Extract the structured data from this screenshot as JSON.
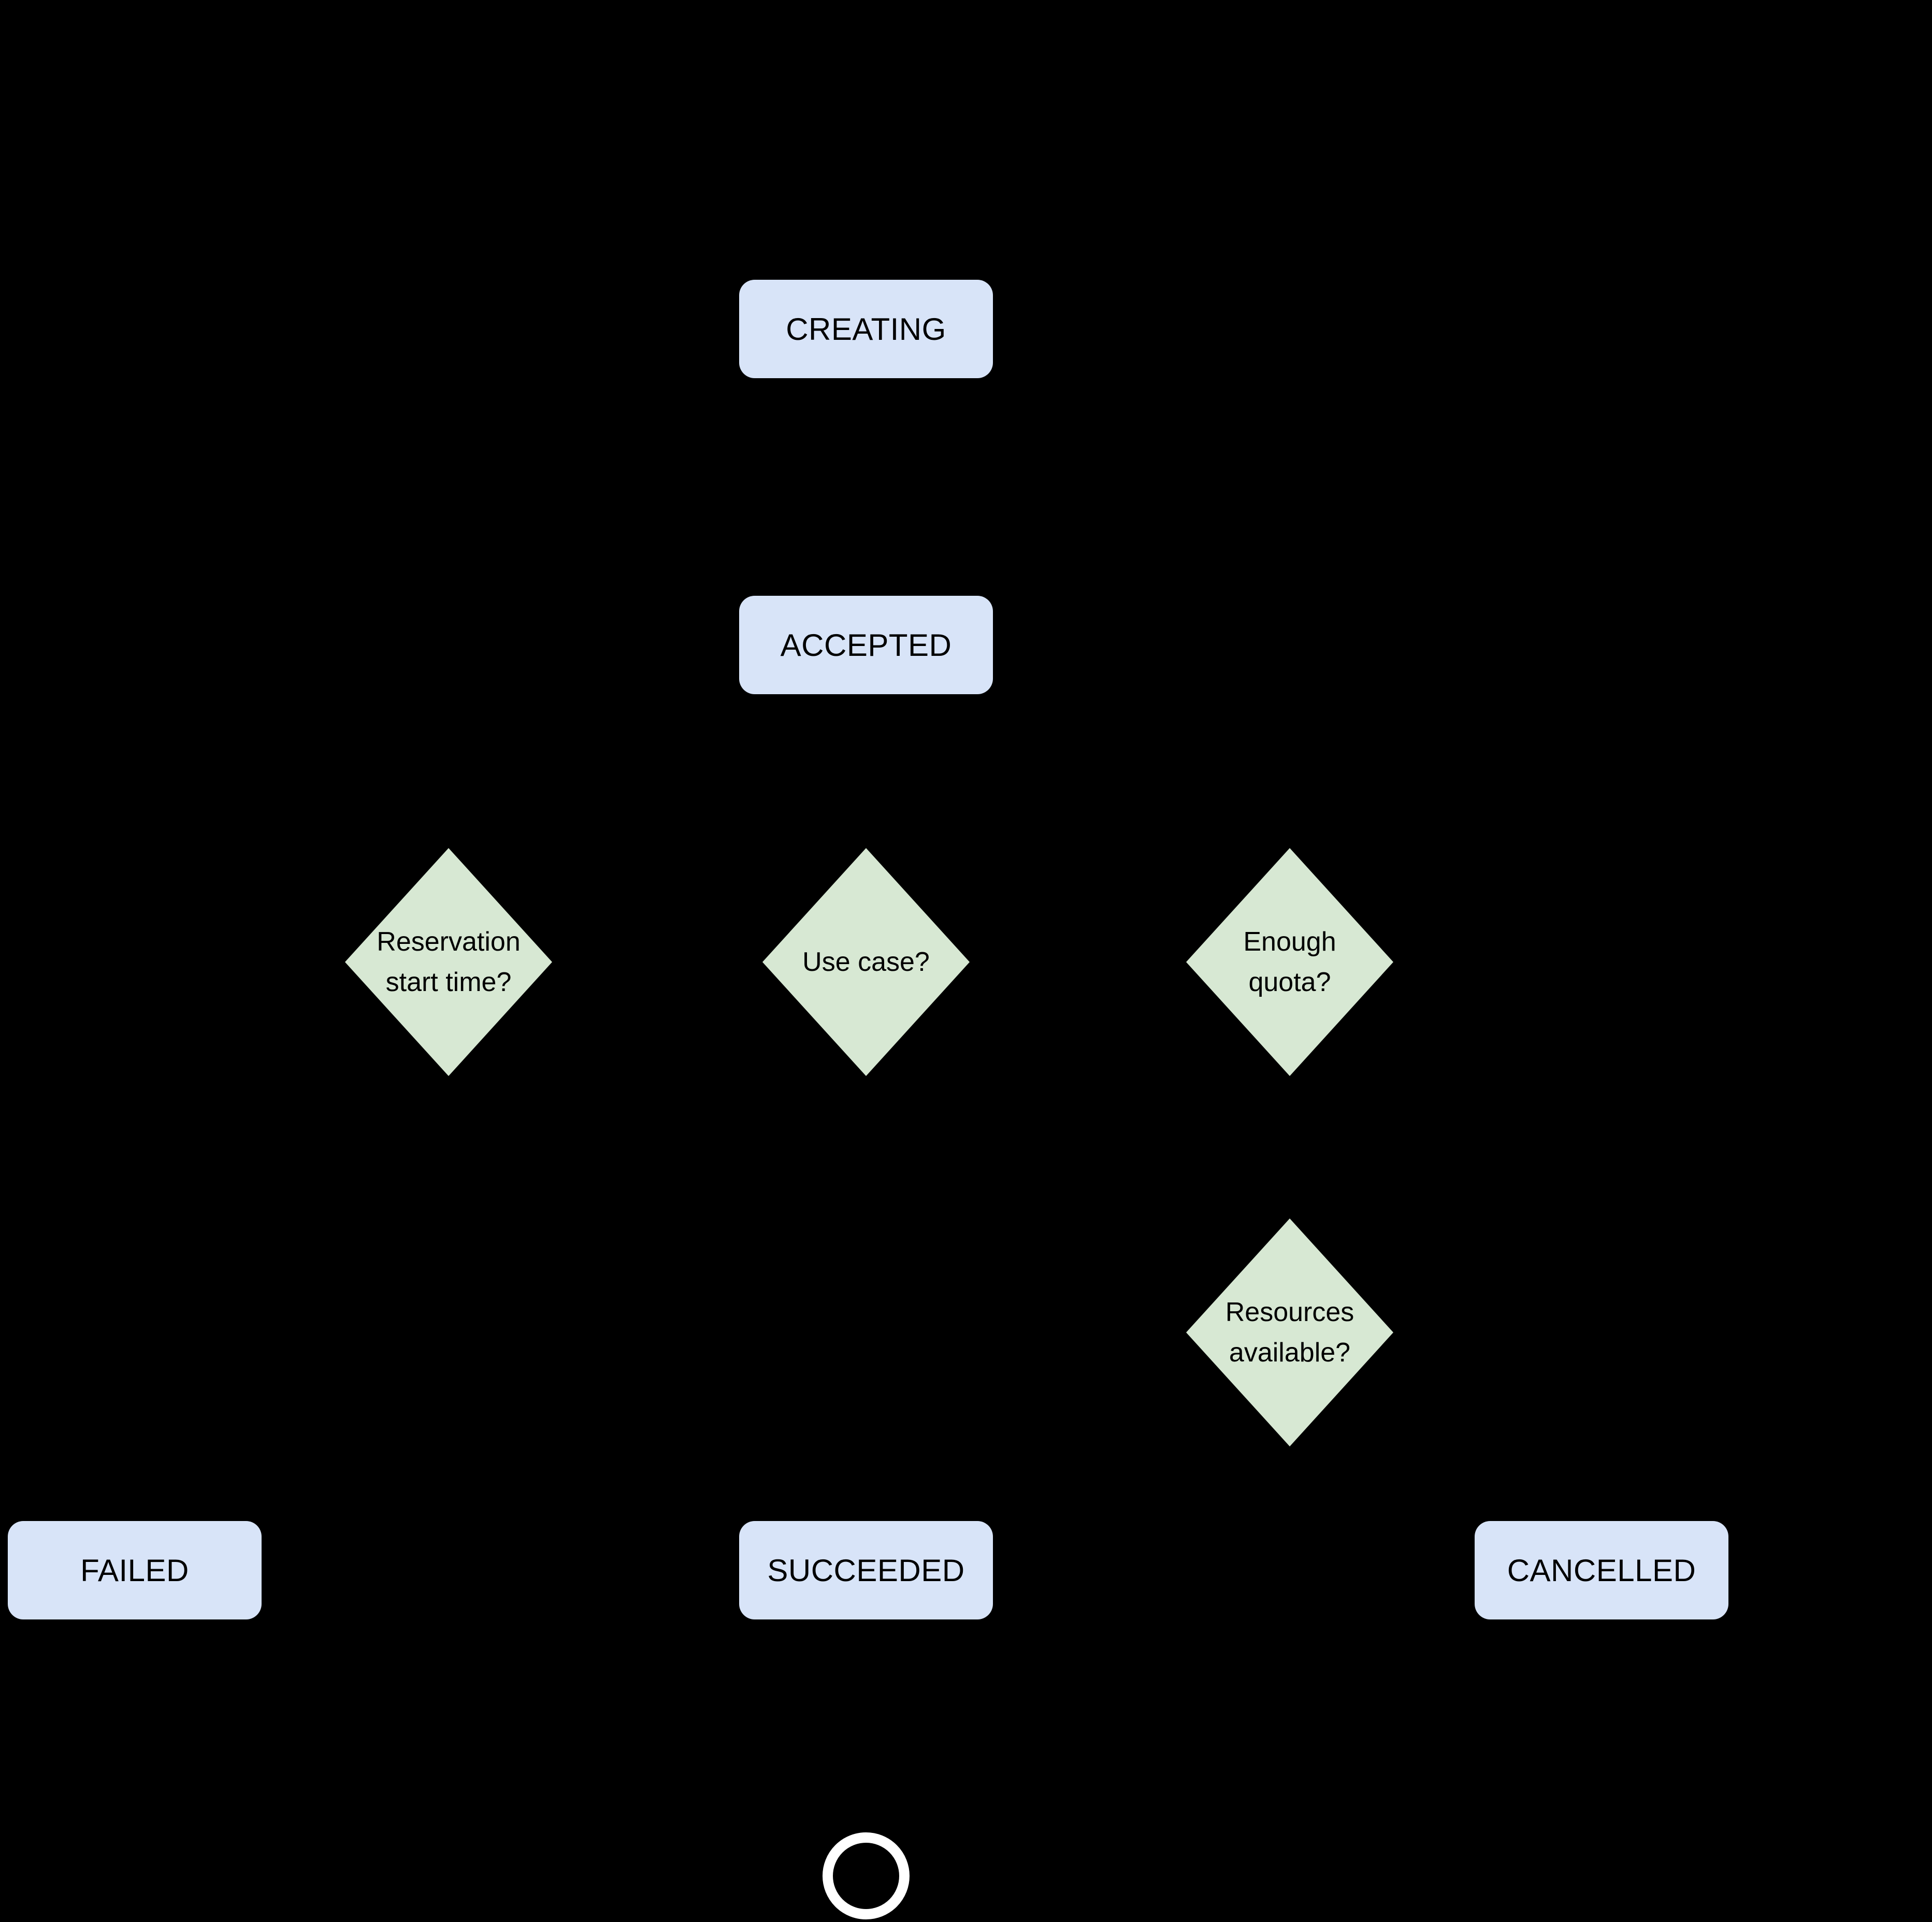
{
  "colors": {
    "background": "#000000",
    "state_fill": "#d8e4f8",
    "decision_fill": "#d7e8d3",
    "label_text": "#000000",
    "terminator_ring": "#ffffff"
  },
  "nodes": {
    "creating": {
      "label": "CREATING"
    },
    "accepted": {
      "label": "ACCEPTED"
    },
    "reservation_start_time": {
      "line1": "Reservation",
      "line2": "start time?"
    },
    "use_case": {
      "line1": "Use case?"
    },
    "enough_quota": {
      "line1": "Enough",
      "line2": "quota?"
    },
    "resources_available": {
      "line1": "Resources",
      "line2": "available?"
    },
    "failed": {
      "label": "FAILED"
    },
    "succeeded": {
      "label": "SUCCEEDED"
    },
    "cancelled": {
      "label": "CANCELLED"
    }
  }
}
